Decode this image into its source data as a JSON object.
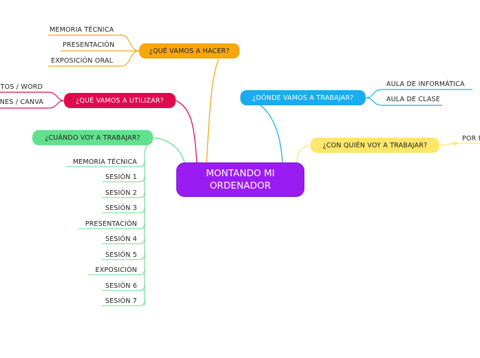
{
  "central": {
    "line1": "MONTANDO MI",
    "line2": "ORDENADOR",
    "color": "#9a1cf2"
  },
  "branches": {
    "hacer": {
      "label": "¿QUÉ VAMOS A HACER?",
      "color": "#f7a60d",
      "items": [
        "MEMORIA TÉCNICA",
        "PRESENTACIÓN",
        "EXPOSICIÓN ORAL"
      ]
    },
    "utilizar": {
      "label": "¿QUÉ VAMOS A UTILIZAR?",
      "color": "#e0094e",
      "items": [
        "TOS / WORD",
        "NES / CANVA"
      ]
    },
    "cuando": {
      "label": "¿CUÁNDO VOY A TRABAJAR?",
      "color": "#62e08c",
      "items": [
        "MEMORIA TÉCNICA",
        "SESIÓN 1",
        "SESIÓN 2",
        "SESIÓN 3",
        "PRESENTACIÓN",
        "SESIÓN 4",
        "SESIÓN 5",
        "EXPOSICIÓN",
        "SESIÓN 6",
        "SESIÓN 7"
      ]
    },
    "donde": {
      "label": "¿DÓNDE VAMOS A TRABAJAR?",
      "color": "#1aacec",
      "items": [
        "AULA DE INFORMÁTICA",
        "AULA DE CLASE"
      ]
    },
    "quien": {
      "label": "¿CON QUIÉN VOY A TRABAJAR?",
      "color": "#fce76a",
      "items": [
        "POR P"
      ]
    }
  }
}
